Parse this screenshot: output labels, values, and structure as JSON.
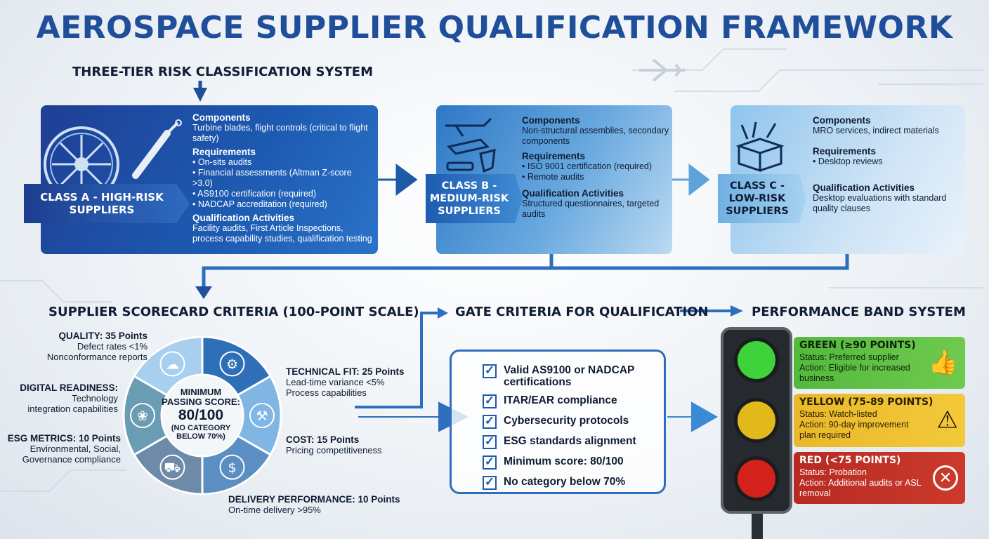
{
  "title": "AEROSPACE SUPPLIER QUALIFICATION FRAMEWORK",
  "tier_section_title": "THREE-TIER RISK CLASSIFICATION SYSTEM",
  "tiers": [
    {
      "badge": "CLASS A - HIGH-RISK SUPPLIERS",
      "components_heading": "Components",
      "components": "Turbine blades, flight controls (critical to flight safety)",
      "requirements_heading": "Requirements",
      "requirements": [
        "On-sits audits",
        "Financial assessments (Altman Z-score >3.0)",
        "AS9100 certification (required)",
        "NADCAP accreditation (required)"
      ],
      "activities_heading": "Qualification Activities",
      "activities": "Facility audits, First Article Inspections, process capability studies, qualification testing"
    },
    {
      "badge": "CLASS B - MEDIUM-RISK SUPPLIERS",
      "components_heading": "Components",
      "components": "Non-structural assemblies, secondary components",
      "requirements_heading": "Requirements",
      "requirements": [
        "ISO 9001 certification (required)",
        "Remote audits"
      ],
      "activities_heading": "Qualification Activities",
      "activities": "Structured questionnaires, targeted audits"
    },
    {
      "badge": "CLASS C - LOW-RISK SUPPLIERS",
      "components_heading": "Components",
      "components": "MRO services, indirect materials",
      "requirements_heading": "Requirements",
      "requirements": [
        "Desktop reviews"
      ],
      "activities_heading": "Qualification Activities",
      "activities": "Desktop evaluations with standard quality clauses"
    }
  ],
  "scorecard": {
    "title": "SUPPLIER SCORECARD CRITERIA (100-POINT SCALE)",
    "center_line1": "MINIMUM",
    "center_line2": "PASSING SCORE:",
    "center_score": "80/100",
    "center_note1": "(NO CATEGORY",
    "center_note2": "BELOW 70%)",
    "criteria": [
      {
        "title": "QUALITY: 35 Points",
        "line1": "Defect rates <1%",
        "line2": "Nonconformance reports",
        "icon": "gear-check-icon"
      },
      {
        "title": "TECHNICAL FIT: 25 Points",
        "line1": "Lead-time variance <5%",
        "line2": "Process capabilities",
        "icon": "tools-icon"
      },
      {
        "title": "COST: 15 Points",
        "line1": "Pricing competitiveness",
        "line2": "",
        "icon": "coins-icon"
      },
      {
        "title": "DELIVERY PERFORMANCE: 10 Points",
        "line1": "On-time delivery >95%",
        "line2": "",
        "icon": "truck-icon"
      },
      {
        "title": "ESG METRICS: 10 Points",
        "line1": "Environmental, Social,",
        "line2": "Governance compliance",
        "icon": "globe-leaf-icon"
      },
      {
        "title": "DIGITAL READINESS:",
        "line1": "Technology",
        "line2": "integration capabilities",
        "icon": "cloud-icon"
      }
    ],
    "segment_colors": [
      "#2f6fb8",
      "#7fb6e3",
      "#5b8fc4",
      "#6d8aa8",
      "#6a9cb3",
      "#a9cfee"
    ]
  },
  "gate": {
    "title": "GATE CRITERIA FOR QUALIFICATION",
    "items": [
      "Valid AS9100 or NADCAP certifications",
      "ITAR/EAR compliance",
      "Cybersecurity protocols",
      "ESG standards alignment",
      "Minimum score: 80/100",
      "No category below 70%"
    ]
  },
  "performance": {
    "title": "PERFORMANCE BAND SYSTEM",
    "bands": [
      {
        "title": "GREEN (≥90 POINTS)",
        "status": "Status: Preferred supplier",
        "action": "Action: Eligible for increased business",
        "icon": "thumbs-up-icon",
        "color": "#53b93d"
      },
      {
        "title": "YELLOW (75-89 POINTS)",
        "status": "Status: Watch-listed",
        "action": "Action: 90-day improvement plan required",
        "icon": "warning-icon",
        "color": "#e9b82b"
      },
      {
        "title": "RED (<75 POINTS)",
        "status": "Status: Probation",
        "action": "Action: Additional audits or ASL removal",
        "icon": "cancel-icon",
        "color": "#b72a21"
      }
    ]
  }
}
